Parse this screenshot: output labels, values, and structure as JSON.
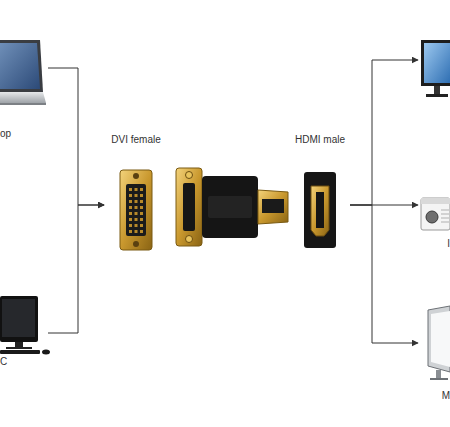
{
  "diagram": {
    "nodes": [
      {
        "text": [
          "op"
        ]
      },
      {
        "text": [
          "C"
        ]
      },
      {
        "text": [
          "DVI female"
        ]
      },
      {
        "text": [
          "HDMI male"
        ]
      },
      {
        "text": []
      },
      {
        "text": [
          "I"
        ]
      },
      {
        "text": [
          "M"
        ]
      }
    ],
    "edges": [
      {
        "from": 0,
        "to": 2,
        "arrow": "to"
      },
      {
        "from": 1,
        "to": 2,
        "arrow": "to"
      },
      {
        "from": 3,
        "to": 4,
        "arrow": "to"
      },
      {
        "from": 3,
        "to": 5,
        "arrow": "to"
      },
      {
        "from": 3,
        "to": 6,
        "arrow": "to"
      }
    ]
  }
}
